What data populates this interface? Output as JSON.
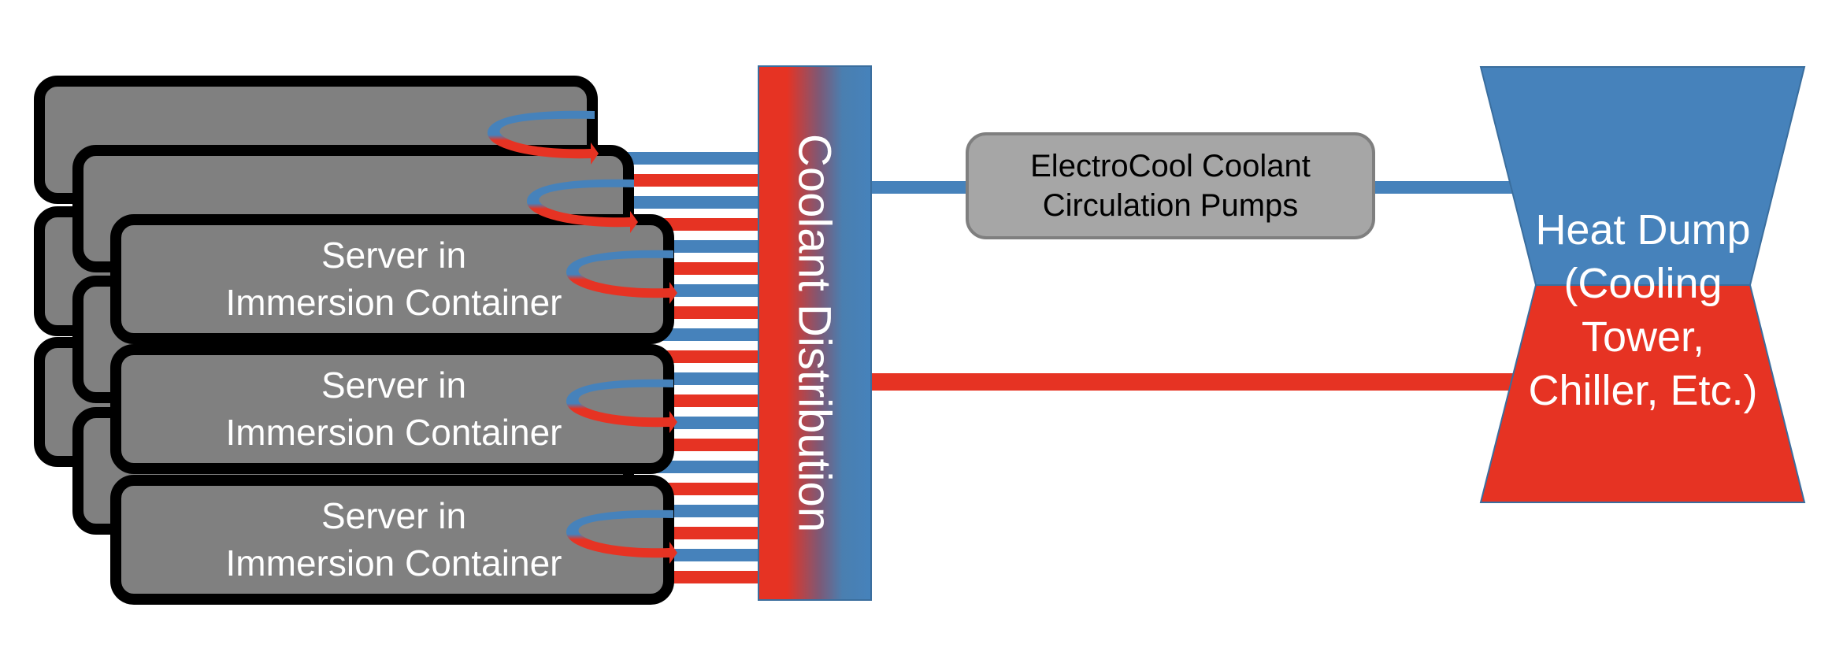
{
  "diagram": {
    "server_label": "Server in\nImmersion Container",
    "manifold_label": "Coolant Distribution",
    "pump_label": "ElectroCool Coolant\nCirculation Pumps",
    "heat_dump_label": "Heat Dump\n(Cooling\nTower,\nChiller, Etc.)"
  },
  "colors": {
    "hot": "#e63323",
    "cold": "#4682bb",
    "server_fill": "#808080",
    "server_border": "#000000",
    "pump_fill": "#a6a6a6",
    "text_light": "#ffffff",
    "text_dark": "#000000"
  }
}
